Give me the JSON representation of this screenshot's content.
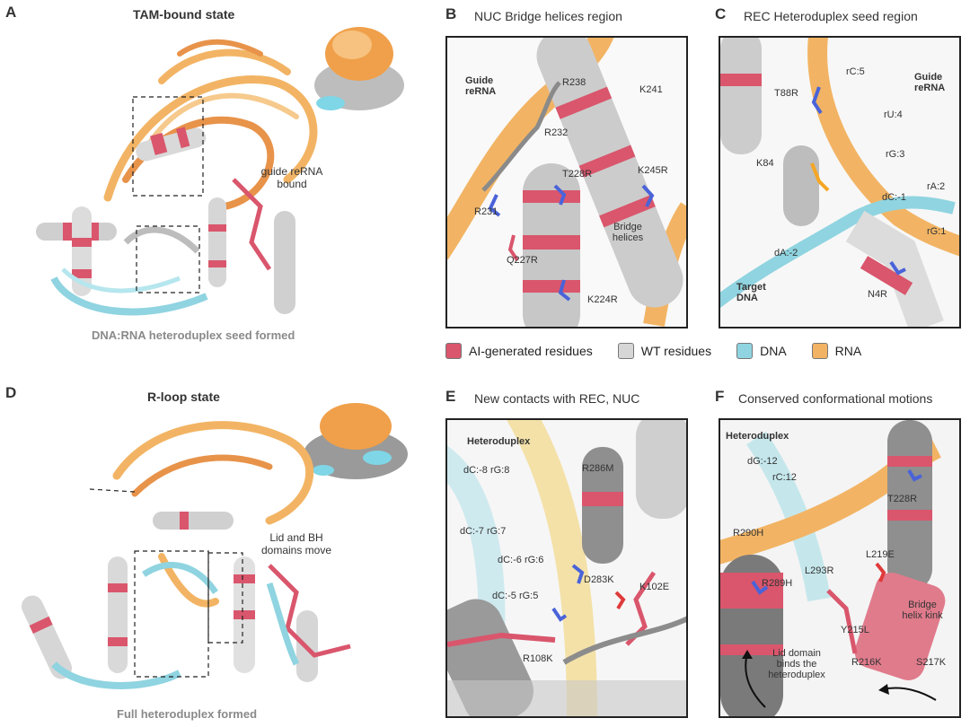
{
  "colors": {
    "ai": "#d9566c",
    "wt": "#d6d6d6",
    "dna": "#8fd4e0",
    "rna": "#f2b464",
    "rna_dark": "#e8934a"
  },
  "panel_a": {
    "letter": "A",
    "title": "TAM-bound state",
    "annotation": "guide reRNA bound",
    "caption": "DNA:RNA heteroduplex seed formed"
  },
  "panel_b": {
    "letter": "B",
    "title": "NUC Bridge helices region",
    "labels": {
      "guide": "Guide reRNA",
      "r238": "R238",
      "k241": "K241",
      "r232": "R232",
      "t228r": "T228R",
      "k245r": "K245R",
      "r231": "R231",
      "bridge": "Bridge helices",
      "q227r": "Q227R",
      "k224r": "K224R"
    }
  },
  "panel_c": {
    "letter": "C",
    "title": "REC Heteroduplex seed region",
    "labels": {
      "rc5": "rC:5",
      "guide": "Guide reRNA",
      "t88r": "T88R",
      "ru4": "rU:4",
      "k84": "K84",
      "rg3": "rG:3",
      "ra2": "rA:2",
      "dcm1": "dC:-1",
      "rg1": "rG:1",
      "dam2": "dA:-2",
      "target": "Target DNA",
      "n4r": "N4R"
    }
  },
  "legend": [
    {
      "key": "ai",
      "label": "AI-generated residues"
    },
    {
      "key": "wt",
      "label": "WT residues"
    },
    {
      "key": "dna",
      "label": "DNA"
    },
    {
      "key": "rna",
      "label": "RNA"
    }
  ],
  "panel_d": {
    "letter": "D",
    "title": "R-loop state",
    "annotation": "Lid and BH domains move",
    "caption": "Full heteroduplex formed"
  },
  "panel_e": {
    "letter": "E",
    "title": "New contacts with REC, NUC",
    "labels": {
      "heteroduplex": "Heteroduplex",
      "p8": "dC:-8 rG:8",
      "r286m": "R286M",
      "p7": "dC:-7 rG:7",
      "p6": "dC:-6 rG:6",
      "d283k": "D283K",
      "k102e": "K102E",
      "p5": "dC:-5 rG:5",
      "r108k": "R108K"
    }
  },
  "panel_f": {
    "letter": "F",
    "title": "Conserved conformational motions",
    "labels": {
      "heteroduplex": "Heteroduplex",
      "dg12": "dG:-12",
      "rc12": "rC:12",
      "t228r": "T228R",
      "r290h": "R290H",
      "l219e": "L219E",
      "l293r": "L293R",
      "r289h": "R289H",
      "bridge": "Bridge helix kink",
      "y215l": "Y215L",
      "lid": "Lid domain binds the heteroduplex",
      "r216k": "R216K",
      "s217k": "S217K"
    }
  }
}
